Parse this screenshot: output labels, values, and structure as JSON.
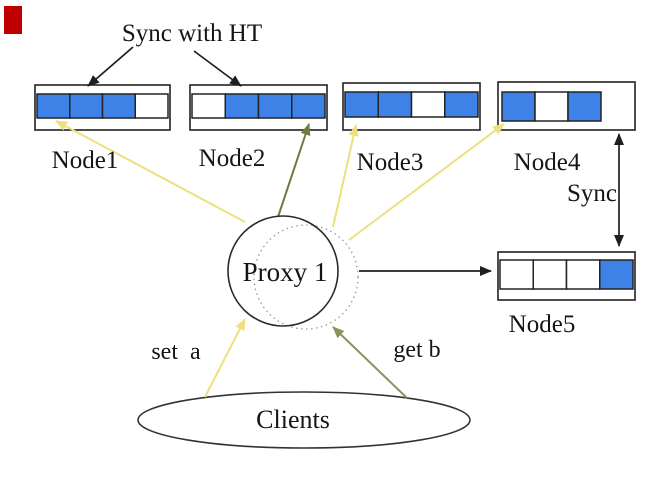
{
  "colors": {
    "blue": "#3f82e7",
    "white": "#ffffff",
    "yellow": "#ede07f",
    "olive": "#8f915c",
    "olive_dark": "#6d7d3f",
    "black": "#1f1f1f",
    "red": "#c00000"
  },
  "labels": {
    "sync_with_ht": "Sync with HT",
    "sync": "Sync",
    "proxy": "Proxy 1",
    "clients": "Clients",
    "set_a": "set  a",
    "get_b": "get b"
  },
  "nodes": [
    {
      "label": "Node1",
      "cells": [
        "#3f82e7",
        "#3f82e7",
        "#3f82e7",
        "#ffffff"
      ]
    },
    {
      "label": "Node2",
      "cells": [
        "#ffffff",
        "#3f82e7",
        "#3f82e7",
        "#3f82e7"
      ]
    },
    {
      "label": "Node3",
      "cells": [
        "#3f82e7",
        "#3f82e7",
        "#ffffff",
        "#3f82e7"
      ]
    },
    {
      "label": "Node4",
      "cells": [
        "#3f82e7",
        "#ffffff",
        "#3f82e7"
      ]
    },
    {
      "label": "Node5",
      "cells": [
        "#ffffff",
        "#ffffff",
        "#ffffff",
        "#3f82e7"
      ]
    }
  ]
}
